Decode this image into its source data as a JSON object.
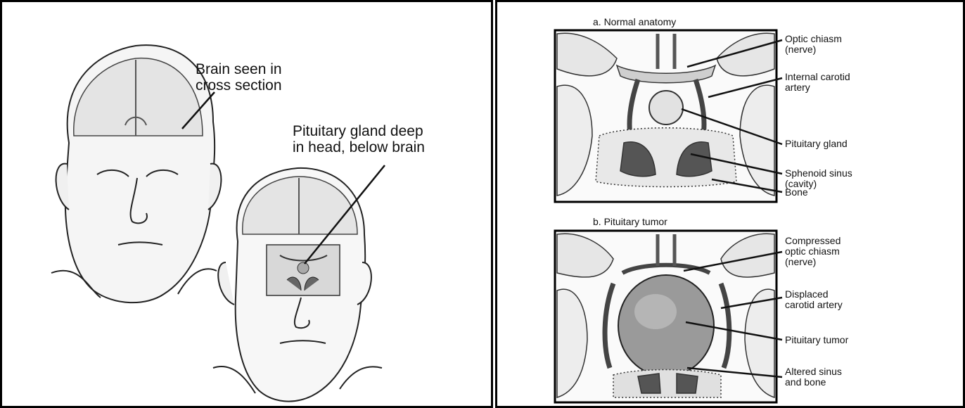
{
  "left": {
    "label_brain": "Brain seen in\ncross section",
    "label_pituitary": "Pituitary gland deep\nin head, below brain"
  },
  "right": {
    "normal": {
      "title": "a.  Normal anatomy",
      "labels": {
        "optic_chiasm": "Optic chiasm\n(nerve)",
        "carotid": "Internal carotid\nartery",
        "pituitary": "Pituitary gland",
        "sphenoid": "Sphenoid sinus\n(cavity)",
        "bone": "Bone"
      }
    },
    "tumor": {
      "title": "b.  Pituitary tumor",
      "labels": {
        "compressed": "Compressed\noptic chiasm\n(nerve)",
        "displaced": "Displaced\ncarotid artery",
        "tumor": "Pituitary tumor",
        "altered": "Altered sinus\nand bone"
      }
    }
  }
}
